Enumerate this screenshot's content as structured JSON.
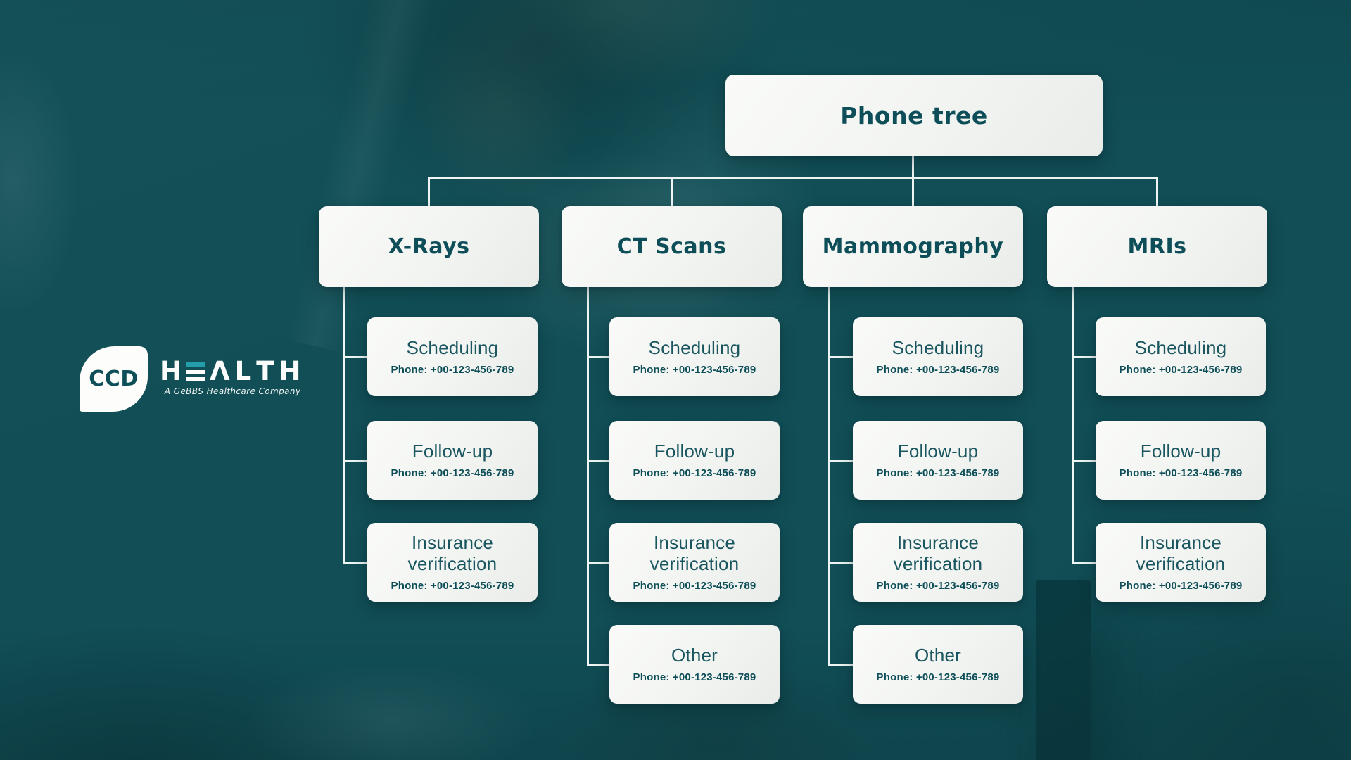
{
  "colors": {
    "bg": "#114e56",
    "ink": "#0d4e58",
    "leaf_ink": "#1a5660",
    "line": "#eef5f4",
    "accent": "#239fac",
    "box_light": "#fafbf9",
    "box_dark": "#e9ece9"
  },
  "tree": {
    "root": {
      "label": "Phone tree"
    },
    "branches": [
      {
        "label": "X-Rays",
        "children": [
          {
            "title": "Scheduling",
            "phone": "Phone: +00-123-456-789"
          },
          {
            "title": "Follow-up",
            "phone": "Phone: +00-123-456-789"
          },
          {
            "title": "Insurance verification",
            "phone": "Phone: +00-123-456-789"
          }
        ]
      },
      {
        "label": "CT Scans",
        "children": [
          {
            "title": "Scheduling",
            "phone": "Phone: +00-123-456-789"
          },
          {
            "title": "Follow-up",
            "phone": "Phone: +00-123-456-789"
          },
          {
            "title": "Insurance verification",
            "phone": "Phone: +00-123-456-789"
          },
          {
            "title": "Other",
            "phone": "Phone: +00-123-456-789"
          }
        ]
      },
      {
        "label": "Mammography",
        "children": [
          {
            "title": "Scheduling",
            "phone": "Phone: +00-123-456-789"
          },
          {
            "title": "Follow-up",
            "phone": "Phone: +00-123-456-789"
          },
          {
            "title": "Insurance verification",
            "phone": "Phone: +00-123-456-789"
          },
          {
            "title": "Other",
            "phone": "Phone: +00-123-456-789"
          }
        ]
      },
      {
        "label": "MRIs",
        "children": [
          {
            "title": "Scheduling",
            "phone": "Phone: +00-123-456-789"
          },
          {
            "title": "Follow-up",
            "phone": "Phone: +00-123-456-789"
          },
          {
            "title": "Insurance verification",
            "phone": "Phone: +00-123-456-789"
          }
        ]
      }
    ]
  },
  "logo": {
    "mark": "CCD",
    "word": "HEALTH",
    "display_letters": [
      "H",
      "E",
      "Λ",
      "L",
      "T",
      "H"
    ],
    "tagline": "A GeBBS Healthcare Company"
  }
}
